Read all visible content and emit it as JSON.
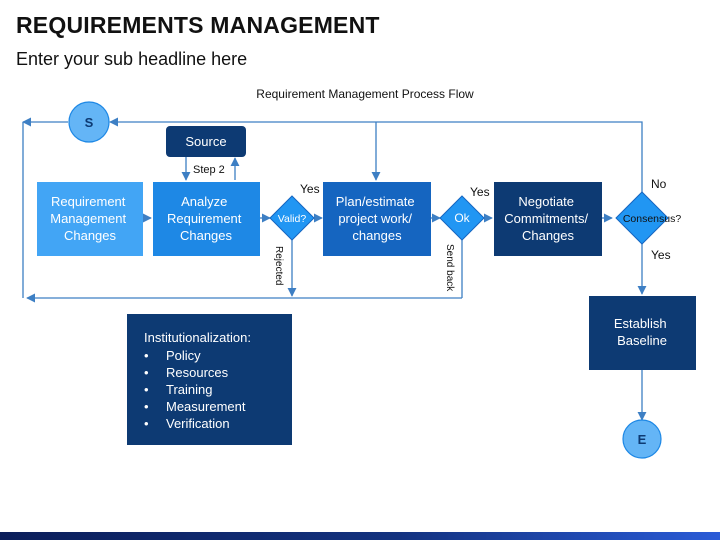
{
  "title": "REQUIREMENTS MANAGEMENT",
  "subtitle": "Enter your sub headline here",
  "diagram": {
    "caption": "Requirement Management Process Flow",
    "start_label": "S",
    "end_label": "E",
    "boxes": {
      "source": "Source",
      "req_changes": [
        "Requirement",
        "Management",
        "Changes"
      ],
      "analyze": [
        "Analyze",
        "Requirement",
        "Changes"
      ],
      "plan": [
        "Plan/estimate",
        "project work/",
        "changes"
      ],
      "negotiate": [
        "Negotiate",
        "Commitments/",
        "Changes"
      ],
      "establish": [
        "Establish",
        "Baseline"
      ]
    },
    "decisions": {
      "valid": "Valid?",
      "ok": "Ok",
      "consensus": "Consensus?"
    },
    "edge_labels": {
      "step2": "Step 2",
      "yes_valid": "Yes",
      "yes_ok": "Yes",
      "no_consensus": "No",
      "yes_consensus": "Yes",
      "rejected": "Rejected",
      "send_back": "Send back"
    }
  },
  "institutionalization": {
    "heading": "Institutionalization:",
    "items": [
      "Policy",
      "Resources",
      "Training",
      "Measurement",
      "Verification"
    ]
  },
  "colors": {
    "light_blue": "#42a5f5",
    "mid_blue": "#1e88e5",
    "plan_blue": "#1565c0",
    "dark_blue": "#0d3a73",
    "diamond": "#2196f3",
    "circle": "#64b5f6",
    "line": "#3d7fc4"
  }
}
